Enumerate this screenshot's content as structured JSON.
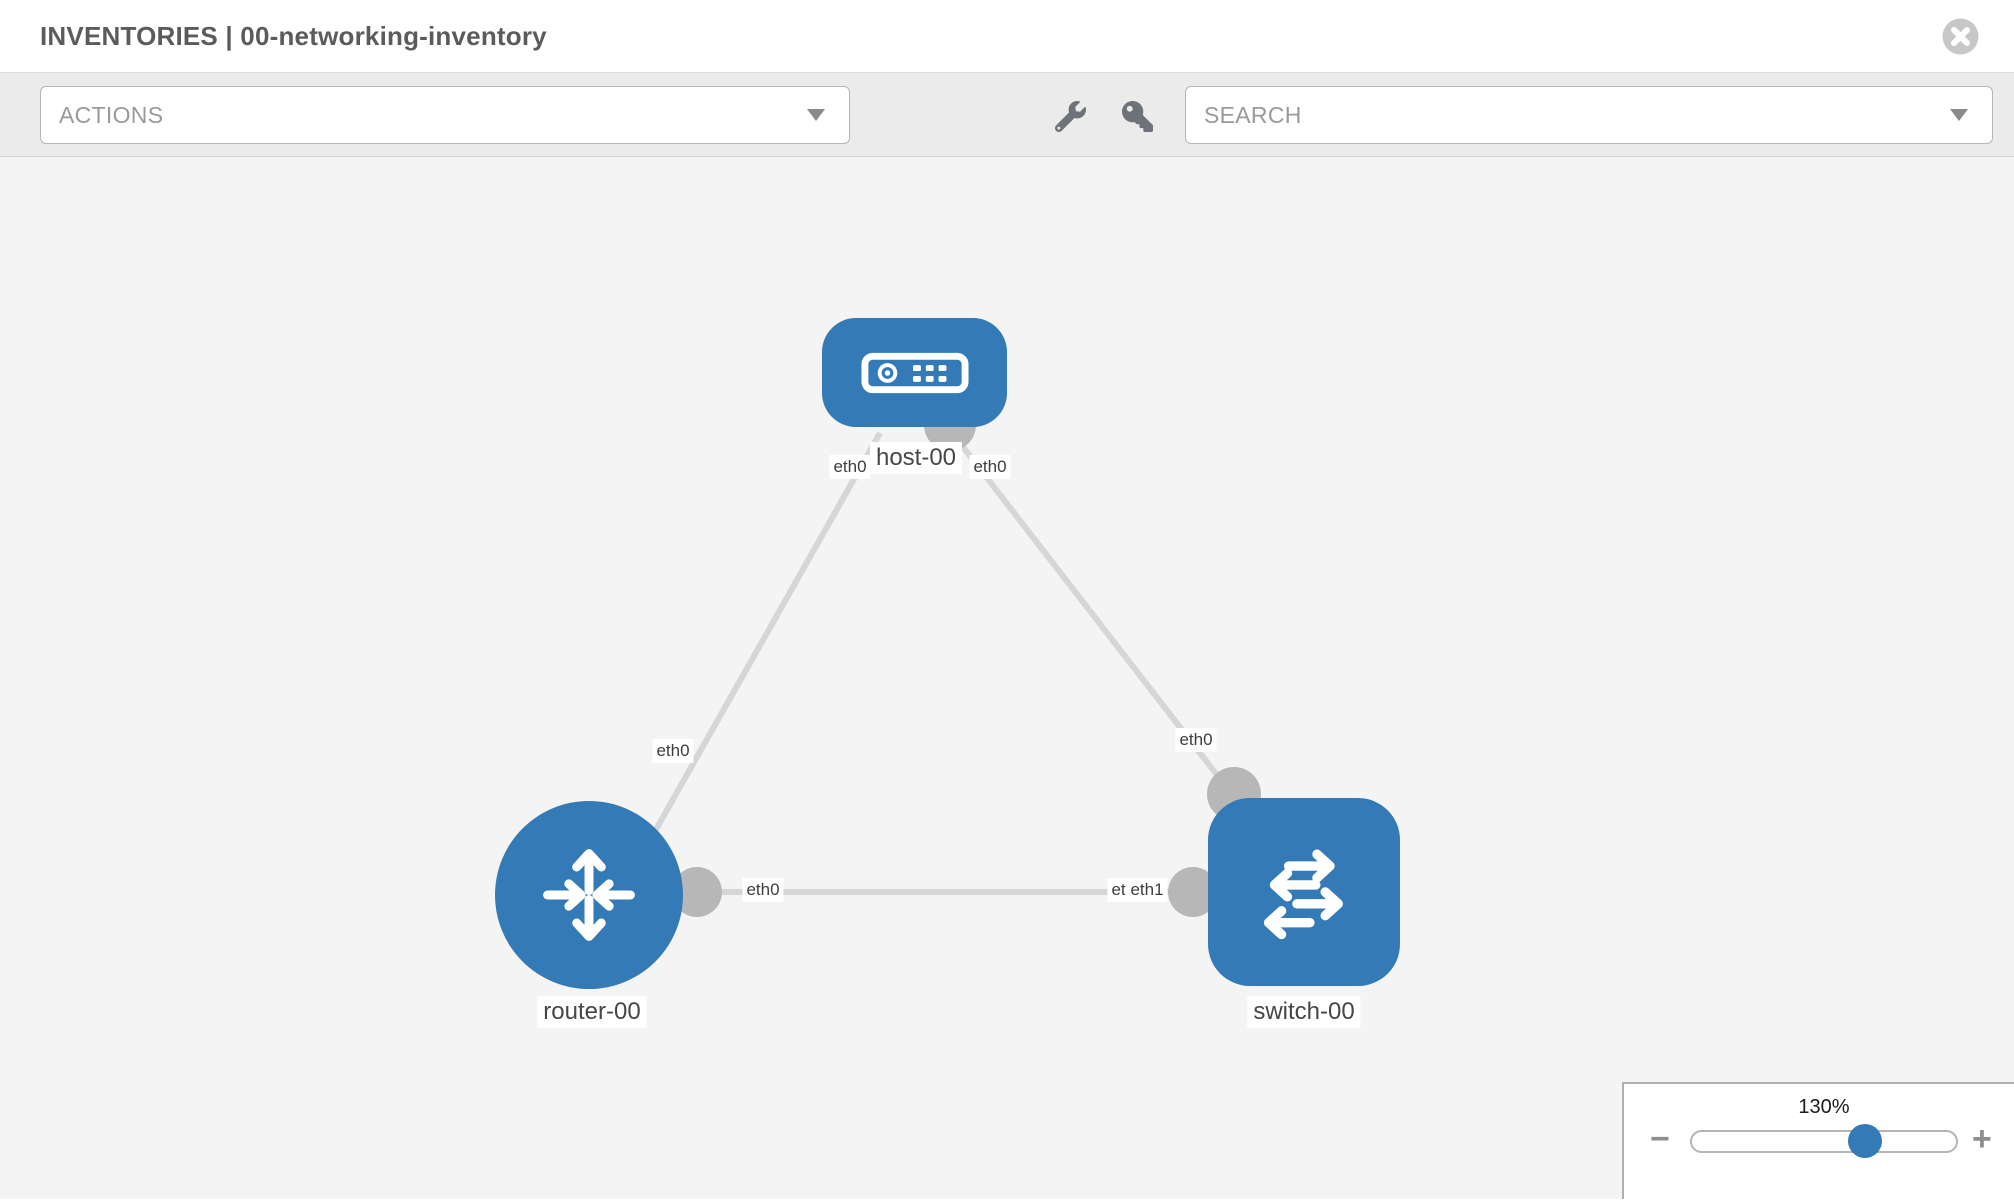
{
  "header": {
    "title": "INVENTORIES | 00-networking-inventory"
  },
  "toolbar": {
    "actions_label": "ACTIONS",
    "search_label": "SEARCH"
  },
  "topology": {
    "nodes": [
      {
        "id": "host-00",
        "label": "host-00",
        "type": "host"
      },
      {
        "id": "router-00",
        "label": "router-00",
        "type": "router"
      },
      {
        "id": "switch-00",
        "label": "switch-00",
        "type": "switch"
      }
    ],
    "links": [
      {
        "from": "host-00",
        "from_iface": "eth0",
        "to": "router-00",
        "to_iface": "eth0"
      },
      {
        "from": "host-00",
        "from_iface": "eth0",
        "to": "switch-00",
        "to_iface": "eth0"
      },
      {
        "from": "router-00",
        "from_iface": "eth0",
        "to": "switch-00",
        "to_iface": "eth1",
        "to_iface_overlapped": "eth0"
      }
    ]
  },
  "zoom_control": {
    "level": "130%",
    "minus_label": "−",
    "plus_label": "+"
  },
  "colors": {
    "node_blue": "#337ab7",
    "link_gray": "#d6d6d6",
    "connector_gray": "#b7b7b7",
    "canvas_bg": "#f4f4f4",
    "toolbar_bg": "#ebebeb"
  }
}
